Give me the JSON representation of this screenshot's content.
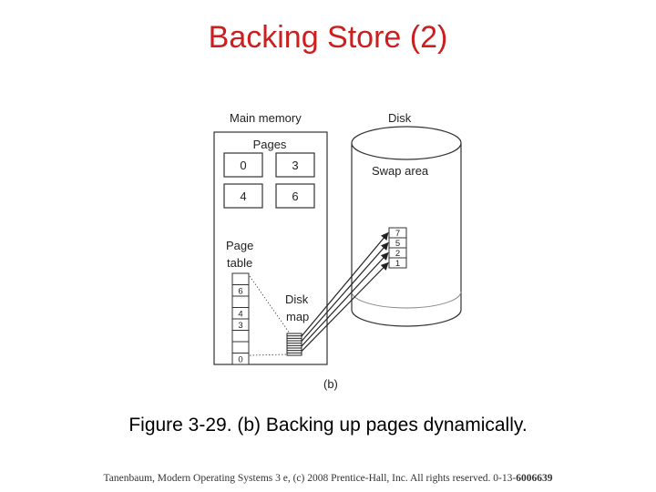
{
  "slide": {
    "title": "Backing Store (2)",
    "caption": "Figure 3-29. (b) Backing up pages dynamically.",
    "footer_text": "Tanenbaum, Modern Operating Systems 3 e, (c) 2008 Prentice-Hall, Inc. All rights reserved. 0-13-",
    "footer_bold": "6006639"
  },
  "diagram": {
    "main_memory_label": "Main memory",
    "disk_label": "Disk",
    "pages_label": "Pages",
    "pages": [
      "0",
      "3",
      "4",
      "6"
    ],
    "page_table_label_1": "Page",
    "page_table_label_2": "table",
    "page_table_entries": [
      "6",
      "",
      "4",
      "3",
      "",
      "",
      "0"
    ],
    "disk_map_label_1": "Disk",
    "disk_map_label_2": "map",
    "swap_area_label": "Swap area",
    "swap_slots": [
      "7",
      "5",
      "2",
      "1"
    ],
    "figure_label": "(b)"
  }
}
